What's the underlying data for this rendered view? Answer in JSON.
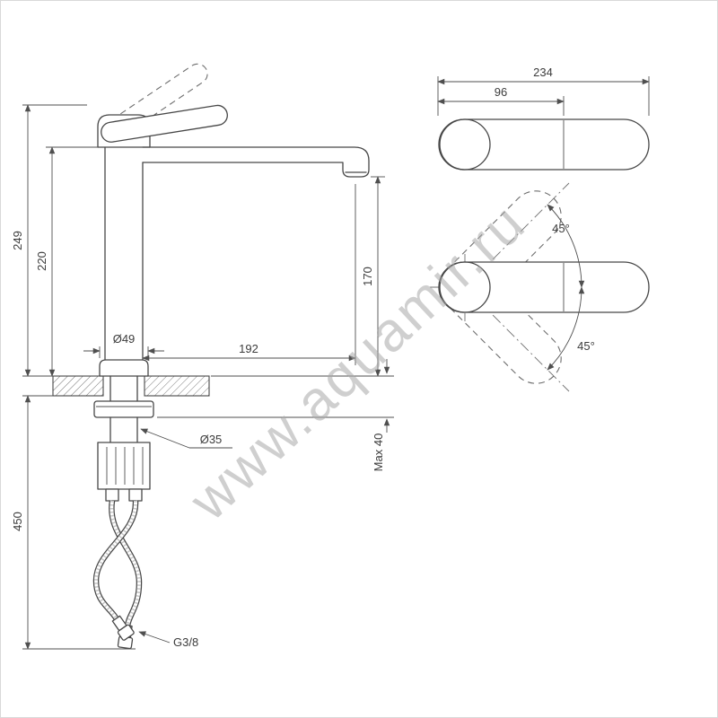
{
  "watermark": "www.aquamir.ru",
  "colors": {
    "line": "#474747",
    "dim": "#4f4f4f",
    "text": "#3c3c3c",
    "watermark": "#a8a8a8"
  },
  "side_view": {
    "dims": {
      "total_height": "249",
      "spout_height": "220",
      "outlet_clearance": "170",
      "base_diameter": "Ø49",
      "spout_reach": "192",
      "shank_diameter": "Ø35",
      "max_mounting": "Max 40",
      "hose_length": "450",
      "thread": "G3/8"
    }
  },
  "top_view": {
    "dims": {
      "total_length": "234",
      "handle_length": "96",
      "swivel_upper": "45°",
      "swivel_lower": "45°"
    }
  }
}
